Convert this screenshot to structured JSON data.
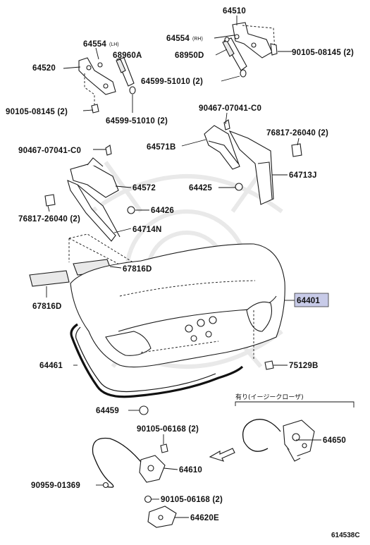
{
  "labels": {
    "p64510": "64510",
    "p64554_lh": "64554",
    "p64554_lh_tag": "(LH)",
    "p64554_rh": "64554",
    "p64554_rh_tag": "(RH)",
    "p68960a": "68960A",
    "p68950d": "68950D",
    "p90105_08145_r": "90105-08145 (2)",
    "p64520": "64520",
    "p64599_51010_r": "64599-51010 (2)",
    "p90105_08145_l": "90105-08145 (2)",
    "p64599_51010_l": "64599-51010 (2)",
    "p90467_07041_r": "90467-07041-C0",
    "p76817_26040_r": "76817-26040 (2)",
    "p90467_07041_l": "90467-07041-C0",
    "p64571b": "64571B",
    "p64713j": "64713J",
    "p64572": "64572",
    "p64425": "64425",
    "p64426": "64426",
    "p76817_26040_l": "76817-26040 (2)",
    "p64714n": "64714N",
    "p67816d_r": "67816D",
    "p67816d_l": "67816D",
    "p64401": "64401",
    "p64461": "64461",
    "p75129b": "75129B",
    "p64459": "64459",
    "option_note": "有り(イージークローザ)",
    "p64650": "64650",
    "p90105_06168_a": "90105-06168 (2)",
    "p64610": "64610",
    "p90959_01369": "90959-01369",
    "p90105_06168_b": "90105-06168 (2)",
    "p64620e": "64620E",
    "diagram_code": "614538C"
  },
  "colors": {
    "highlight": "#c8cbe8",
    "line": "#111111",
    "watermark": "#e9e9e9"
  }
}
